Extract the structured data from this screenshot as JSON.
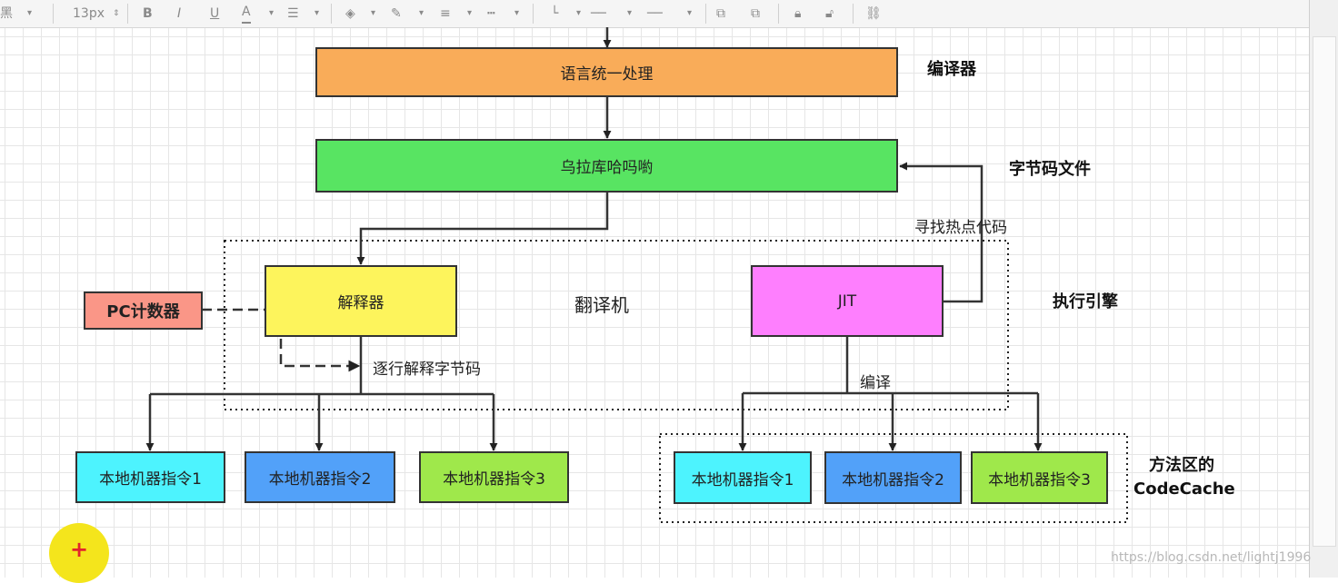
{
  "toolbar": {
    "font_name": "黑",
    "font_size": "13px",
    "bold": "B",
    "italic": "I",
    "underline": "U",
    "font_color": "A",
    "link_icon": "link-icon"
  },
  "nodes": {
    "unify": "语言统一处理",
    "bytecode": "乌拉库哈吗喲",
    "interpreter": "解释器",
    "pc_counter": "PC计数器",
    "jit": "JIT",
    "left_instr": [
      "本地机器指令1",
      "本地机器指令2",
      "本地机器指令3"
    ],
    "right_instr": [
      "本地机器指令1",
      "本地机器指令2",
      "本地机器指令3"
    ]
  },
  "labels": {
    "compiler": "编译器",
    "bytecode_file": "字节码文件",
    "find_hot_code": "寻找热点代码",
    "translator": "翻译机",
    "exec_engine": "执行引擎",
    "line_by_line": "逐行解释字节码",
    "compile": "编译",
    "method_area_line1": "方法区的",
    "method_area_line2": "CodeCache"
  },
  "watermark": "https://blog.csdn.net/lightj1996",
  "add_button": "+",
  "colors": {
    "orange": "#f9ac59",
    "green": "#58e462",
    "yellow": "#fdf45c",
    "salmon": "#fa9687",
    "magenta": "#fe7ffe",
    "cyan": "#4df3fe",
    "blue": "#52a1f9",
    "lime": "#9fe84b"
  }
}
